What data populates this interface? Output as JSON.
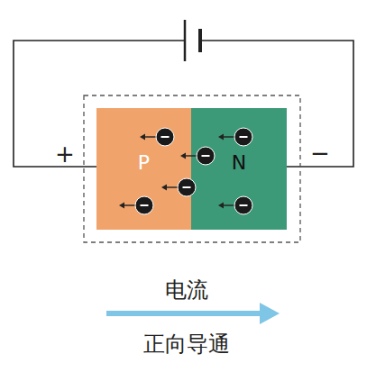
{
  "diagram": {
    "nodes": [
      {
        "text": [
          "P"
        ]
      },
      {
        "text": [
          "N"
        ]
      }
    ],
    "labels": [
      "+",
      "−",
      "电流",
      "正向导通"
    ]
  }
}
